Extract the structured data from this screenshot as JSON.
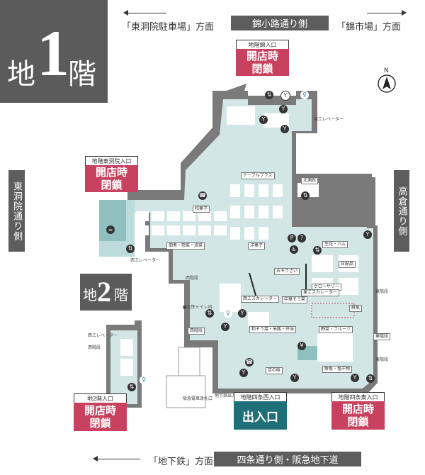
{
  "floor": {
    "kanji_ground": "地",
    "number": "1",
    "kanji_level": "階"
  },
  "floor2": {
    "kanji_ground": "地",
    "number": "2",
    "kanji_level": "階"
  },
  "top": {
    "left_direction": "「東洞院駐車場」方面",
    "center_street": "錦小路通り側",
    "right_direction": "「錦市場」方面"
  },
  "bottom": {
    "left_direction": "「地下鉄」方面",
    "center_street": "四条通り側・阪急地下道"
  },
  "sides": {
    "left": "東洞院通り側",
    "right": "高倉通り側"
  },
  "entrances": {
    "nishiki": {
      "label": "地階錦入口",
      "status_line1": "開店時",
      "status_line2": "閉鎖"
    },
    "higashinotoin": {
      "label": "地階東洞院入口",
      "status_line1": "開店時",
      "status_line2": "閉鎖"
    },
    "b2": {
      "label": "地2階入口",
      "status_line1": "開店時",
      "status_line2": "閉鎖"
    },
    "shijo_west": {
      "label": "地階四条西入口",
      "main": "出入口"
    },
    "shijo_east": {
      "label": "地階四条東入口",
      "status_line1": "開店時",
      "status_line2": "閉鎖"
    }
  },
  "compass": {
    "label": "N"
  },
  "areas": [
    {
      "id": "table-plus",
      "text": "テーブルプラス"
    },
    {
      "id": "wagashi",
      "text": "和菓子"
    },
    {
      "id": "tsukudani",
      "text": "佃煮・惣菜・漬菜"
    },
    {
      "id": "yogashi",
      "text": "洋菓子"
    },
    {
      "id": "hokusai",
      "text": "北側館"
    },
    {
      "id": "seika",
      "text": "生花・ハム"
    },
    {
      "id": "nichiyo",
      "text": "日配品"
    },
    {
      "id": "grocery",
      "text": "グローサリー"
    },
    {
      "id": "osozai",
      "text": "おそうざい"
    },
    {
      "id": "chukasouzai",
      "text": "中華そう菜"
    },
    {
      "id": "sakana",
      "text": "鮮魚"
    },
    {
      "id": "washoku",
      "text": "和そう菜・米飯・弁当"
    },
    {
      "id": "yasai",
      "text": "野菜・フルーツ"
    },
    {
      "id": "seiniku",
      "text": "鮮魚・塩干物"
    },
    {
      "id": "higashi-esc",
      "text": "東エスカレーター"
    },
    {
      "id": "nishi-esc",
      "text": "西エスカレーター"
    },
    {
      "id": "kyo",
      "text": "京の味"
    },
    {
      "id": "nishi-ent",
      "text": "西階段"
    },
    {
      "id": "higashi-ent",
      "text": "東階段"
    }
  ],
  "small_notes": [
    {
      "id": "east-elevator",
      "text": "東エレベーター"
    },
    {
      "id": "west-elevator",
      "text": "西エレベーター"
    },
    {
      "id": "west-stairs",
      "text": "西階段"
    },
    {
      "id": "east-stairs",
      "text": "東階段"
    },
    {
      "id": "toilet",
      "text": "■女性トイレ内"
    },
    {
      "id": "b2-elevator",
      "text": "西エレベーター"
    },
    {
      "id": "b2-stairs",
      "text": "西階段"
    },
    {
      "id": "hankyu",
      "text": "阪急電車改札口"
    },
    {
      "id": "subway",
      "text": "地下鉄出入口"
    },
    {
      "id": "higashi-stairs-note",
      "text": "東階段"
    }
  ],
  "colors": {
    "dark": "#5d5d5d",
    "red": "#c8415f",
    "teal": "#1f6f78",
    "floor": "#d2e6e6",
    "wall": "#7a7a7a",
    "shop": "#ffffff"
  }
}
